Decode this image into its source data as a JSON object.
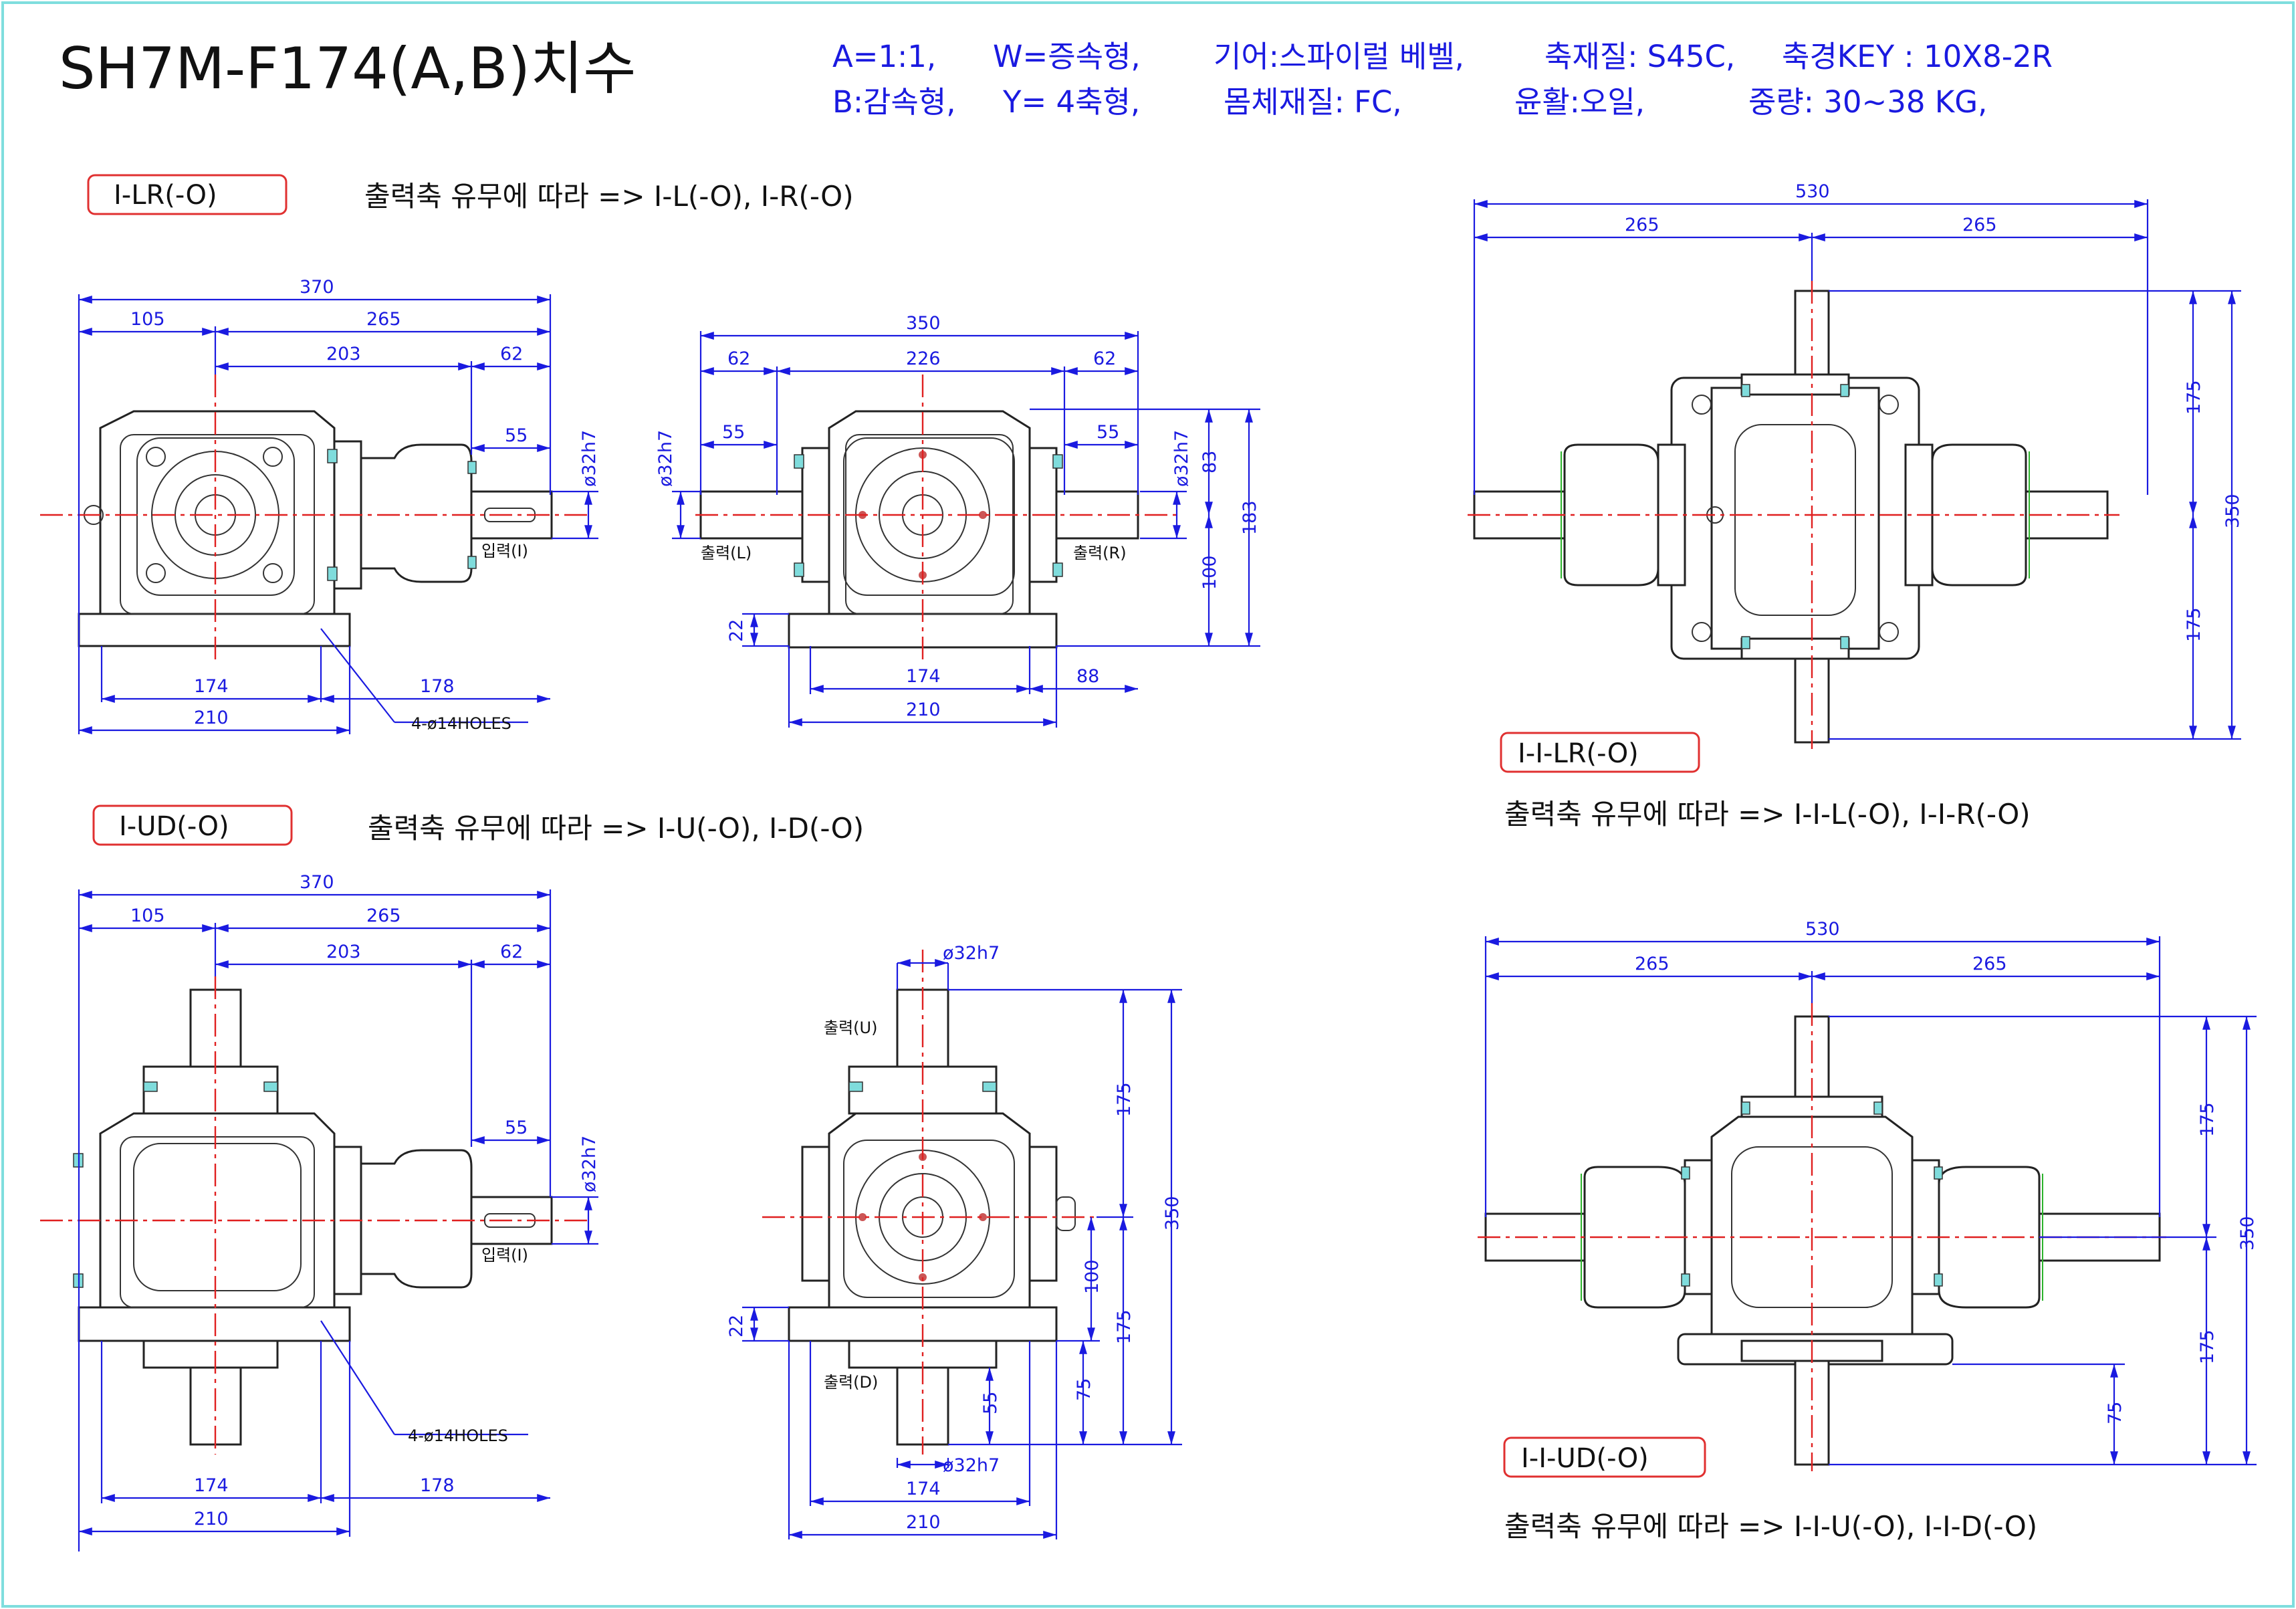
{
  "title": "SH7M-F174(A,B)치수",
  "specs": {
    "line1": [
      "A=1:1,",
      "W=증속형,",
      "기어:스파이럴 베벨,",
      "축재질: S45C,",
      "축경KEY : 10X8-2R"
    ],
    "line2": [
      "B:감속형,",
      "Y= 4축형,",
      "몸체재질: FC,",
      "윤활:오일,",
      "중량: 30~38 KG,"
    ]
  },
  "colors": {
    "frame": "#7fdede",
    "dimension": "#1a1ae0",
    "centerline": "#e02020",
    "label_border": "#e03030",
    "bolt": "#7fdcdc"
  },
  "labels": {
    "lr": "I-LR(-O)",
    "ud": "I-UD(-O)",
    "ilr": "I-I-LR(-O)",
    "iud": "I-I-UD(-O)"
  },
  "notes": {
    "lr": "출력축 유무에 따라 => I-L(-O), I-R(-O)",
    "ud": "출력축 유무에 따라 => I-U(-O), I-D(-O)",
    "ilr": "출력축 유무에 따라 => I-I-L(-O), I-I-R(-O)",
    "iud": "출력축 유무에 따라 => I-I-U(-O), I-I-D(-O)"
  },
  "parts": {
    "input": "입력(I)",
    "out_l": "출력(L)",
    "out_r": "출력(R)",
    "out_u": "출력(U)",
    "out_d": "출력(D)",
    "holes": "4-ø14HOLES"
  },
  "dims": {
    "v1": {
      "total": "370",
      "left": "105",
      "right": "265",
      "mid": "203",
      "end": "62",
      "shaft": "55",
      "dia": "ø32h7",
      "base1": "174",
      "base2": "178",
      "base3": "210"
    },
    "v2": {
      "total": "350",
      "l": "62",
      "c": "226",
      "r": "62",
      "s1": "55",
      "s2": "55",
      "dia": "ø32h7",
      "h1": "83",
      "h2": "183",
      "h3": "100",
      "h4": "22",
      "b1": "174",
      "b2": "88",
      "b3": "210"
    },
    "v3": {
      "total": "530",
      "l": "265",
      "r": "265",
      "h1": "175",
      "h2": "175",
      "h3": "350"
    },
    "v4": {
      "total": "370",
      "left": "105",
      "right": "265",
      "mid": "203",
      "end": "62",
      "shaft": "55",
      "dia": "ø32h7",
      "base1": "174",
      "base2": "178",
      "base3": "210"
    },
    "v5": {
      "dia1": "ø32h7",
      "dia2": "ø32h7",
      "h1": "175",
      "h2": "350",
      "h3": "100",
      "h4": "175",
      "h5": "22",
      "h6": "75",
      "h7": "55",
      "b1": "174",
      "b2": "210"
    },
    "v6": {
      "total": "530",
      "l": "265",
      "r": "265",
      "h1": "175",
      "h2": "175",
      "h3": "350",
      "h4": "75"
    }
  }
}
